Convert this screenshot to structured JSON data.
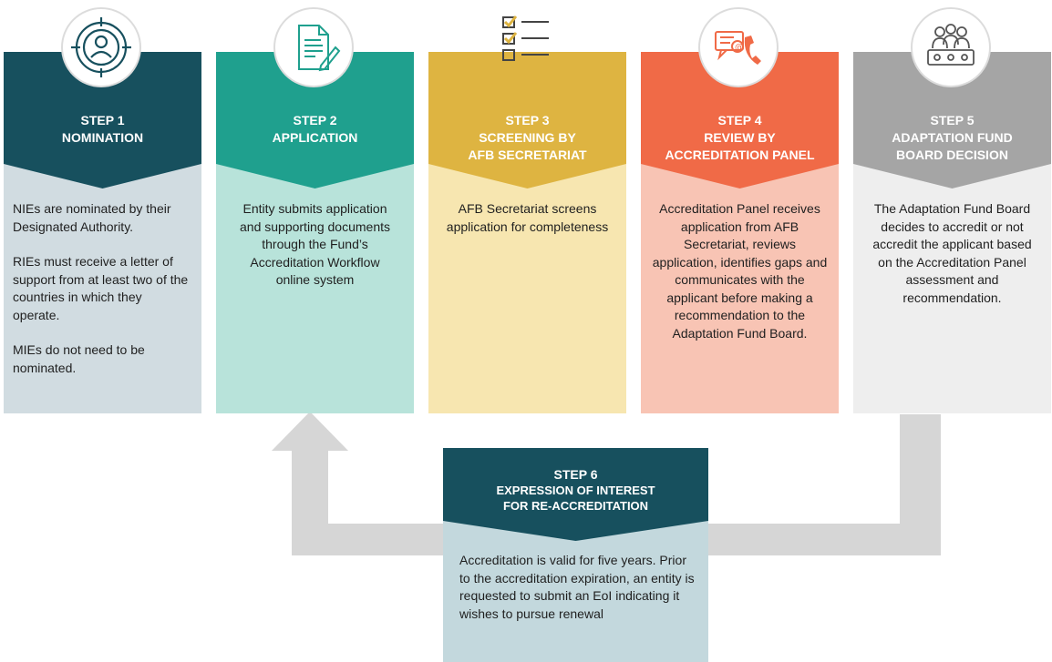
{
  "steps": [
    {
      "step_label": "STEP 1",
      "title_lines": [
        "NOMINATION"
      ],
      "icon": "target-person-icon",
      "header_color": "#17505e",
      "body_color": "#d1dce1",
      "paragraphs": [
        "NIEs are nominated by their Designated Authority.",
        "RIEs must receive a letter of support from at least two of the countries in which they operate.",
        "MIEs do not need to be nominated."
      ]
    },
    {
      "step_label": "STEP 2",
      "title_lines": [
        "APPLICATION"
      ],
      "icon": "document-pen-icon",
      "header_color": "#1fa08e",
      "body_color": "#b8e3da",
      "paragraphs": [
        "Entity submits application and supporting documents through the Fund’s Accreditation Workflow online system"
      ]
    },
    {
      "step_label": "STEP 3",
      "title_lines": [
        "SCREENING BY",
        "AFB SECRETARIAT"
      ],
      "icon": "checklist-icon",
      "header_color": "#deb441",
      "body_color": "#f7e6b0",
      "paragraphs": [
        "AFB Secretariat screens application for completeness"
      ]
    },
    {
      "step_label": "STEP 4",
      "title_lines": [
        "REVIEW BY",
        "ACCREDITATION PANEL"
      ],
      "icon": "speech-phone-icon",
      "header_color": "#f06a47",
      "body_color": "#f8c4b4",
      "paragraphs": [
        "Accreditation Panel receives application from AFB Secretariat, reviews application, identifies gaps and communicates with the applicant before making a recommendation to the Adaptation Fund Board."
      ]
    },
    {
      "step_label": "STEP 5",
      "title_lines": [
        "ADAPTATION FUND",
        "BOARD DECISION"
      ],
      "icon": "board-meeting-icon",
      "header_color": "#a5a5a5",
      "body_color": "#eeeeee",
      "paragraphs": [
        "The Adaptation Fund Board decides to accredit or not accredit the applicant based on the Accreditation Panel assessment and recommendation."
      ]
    }
  ],
  "step6": {
    "step_label": "STEP 6",
    "title_lines": [
      "EXPRESSION OF INTEREST",
      "FOR RE-ACCREDITATION"
    ],
    "header_color": "#17505e",
    "body_color": "#c3d8dd",
    "paragraph": "Accreditation is valid for five years. Prior to the accreditation expiration, an entity is requested to submit an EoI indicating it wishes to pursue renewal"
  },
  "connector_color": "#d6d6d6"
}
